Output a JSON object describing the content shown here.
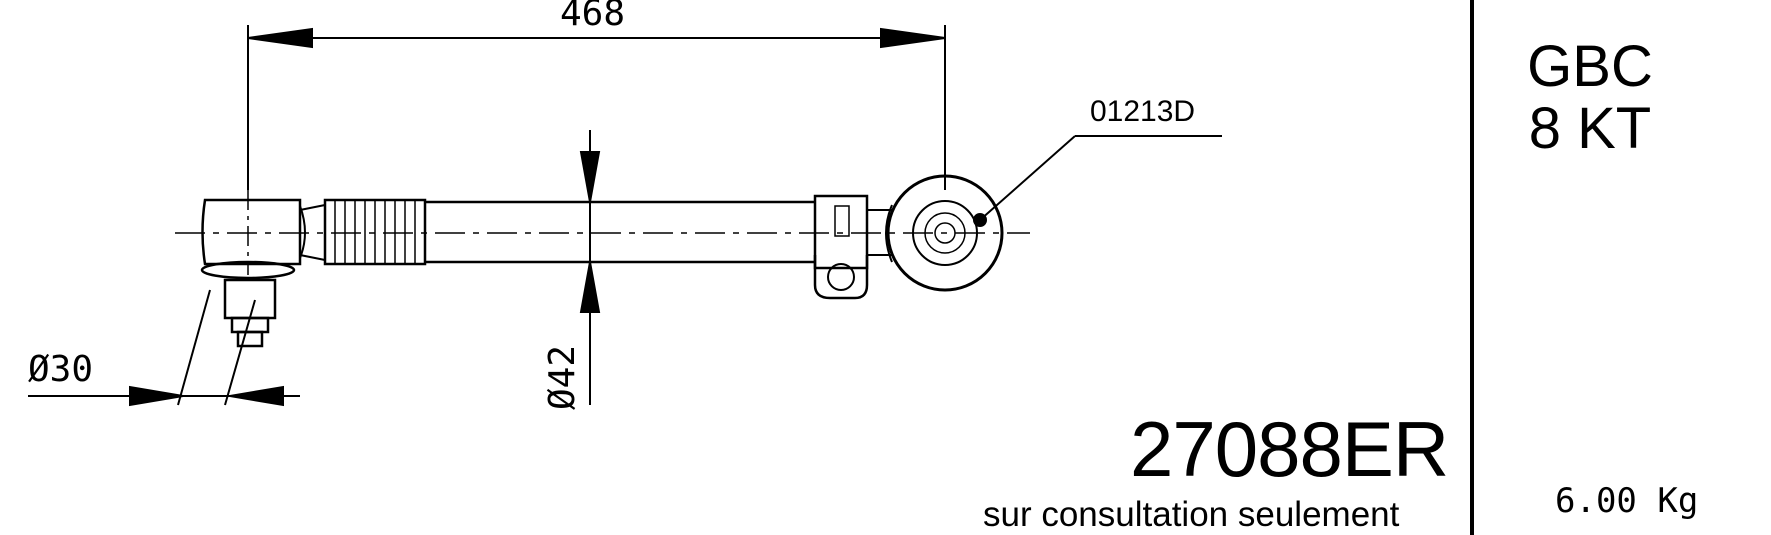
{
  "drawing": {
    "dimension_length": "468",
    "diameter_ball_stud": "Ø30",
    "diameter_tube": "Ø42",
    "reference_code": "01213D",
    "part_number": "27088ER",
    "note": "sur consultation seulement",
    "brand_line1": "GBC",
    "brand_line2": "8 KT",
    "weight": "6.00 Kg"
  }
}
